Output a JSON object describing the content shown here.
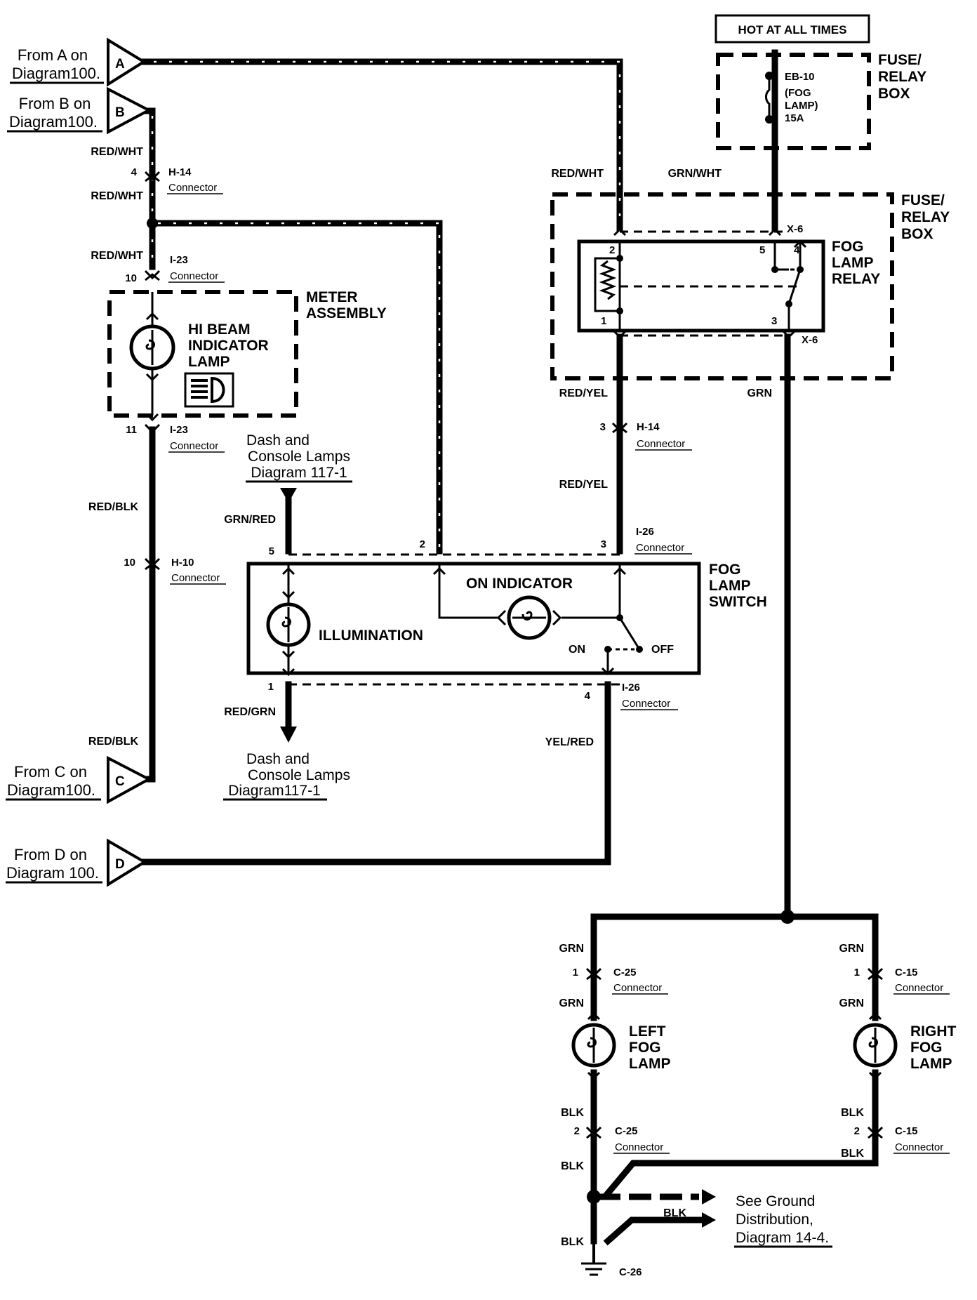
{
  "offpage": {
    "A": {
      "letter": "A",
      "line1": "From A on",
      "line2": "Diagram100."
    },
    "B": {
      "letter": "B",
      "line1": "From B on",
      "line2": "Diagram100."
    },
    "C": {
      "letter": "C",
      "line1": "From C on",
      "line2": "Diagram100."
    },
    "D": {
      "letter": "D",
      "line1": "From D on",
      "line2": "Diagram 100."
    }
  },
  "hot": "HOT AT ALL TIMES",
  "fuse_box_top": {
    "label": [
      "FUSE/",
      "RELAY",
      "BOX"
    ],
    "fuse": [
      "EB-10",
      "(FOG",
      "LAMP)",
      "15A"
    ]
  },
  "fuse_box_relay": {
    "label": [
      "FUSE/",
      "RELAY",
      "BOX"
    ],
    "x6_top": "X-6",
    "x6_bottom": "X-6"
  },
  "relay": {
    "label": [
      "FOG",
      "LAMP",
      "RELAY"
    ],
    "pins": {
      "p1": "1",
      "p2": "2",
      "p3": "3",
      "p4": "4",
      "p5": "5"
    }
  },
  "meter": {
    "label": [
      "METER",
      "ASSEMBLY"
    ],
    "lamp": [
      "HI BEAM",
      "INDICATOR",
      "LAMP"
    ]
  },
  "switch": {
    "label": [
      "FOG",
      "LAMP",
      "SWITCH"
    ],
    "on_indicator": "ON INDICATOR",
    "illumination": "ILLUMINATION",
    "on": "ON",
    "off": "OFF",
    "pins": {
      "p1": "1",
      "p2": "2",
      "p3": "3",
      "p4": "4",
      "p5": "5"
    }
  },
  "dash_ref_top": [
    "Dash and",
    "Console Lamps",
    "Diagram 117-1"
  ],
  "dash_ref_bottom": [
    "Dash and",
    "Console Lamps",
    "Diagram117-1"
  ],
  "ground_ref": [
    "See Ground",
    "Distribution,",
    "Diagram 14-4."
  ],
  "left_lamp": [
    "LEFT",
    "FOG",
    "LAMP"
  ],
  "right_lamp": [
    "RIGHT",
    "FOG",
    "LAMP"
  ],
  "wires": {
    "red_wht": "RED/WHT",
    "grn_wht": "GRN/WHT",
    "red_yel": "RED/YEL",
    "grn": "GRN",
    "red_blk": "RED/BLK",
    "grn_red": "GRN/RED",
    "red_grn": "RED/GRN",
    "yel_red": "YEL/RED",
    "blk": "BLK"
  },
  "connectors": {
    "h14": "H-14",
    "i23": "I-23",
    "h10": "H-10",
    "i26": "I-26",
    "c25": "C-25",
    "c15": "C-15",
    "c26": "C-26",
    "word": "Connector"
  },
  "pins": {
    "h14_b": "4",
    "i23_in": "10",
    "i23_out": "11",
    "h10": "10",
    "h14_r": "3",
    "c25_1": "1",
    "c25_2": "2",
    "c15_1": "1",
    "c15_2": "2"
  }
}
